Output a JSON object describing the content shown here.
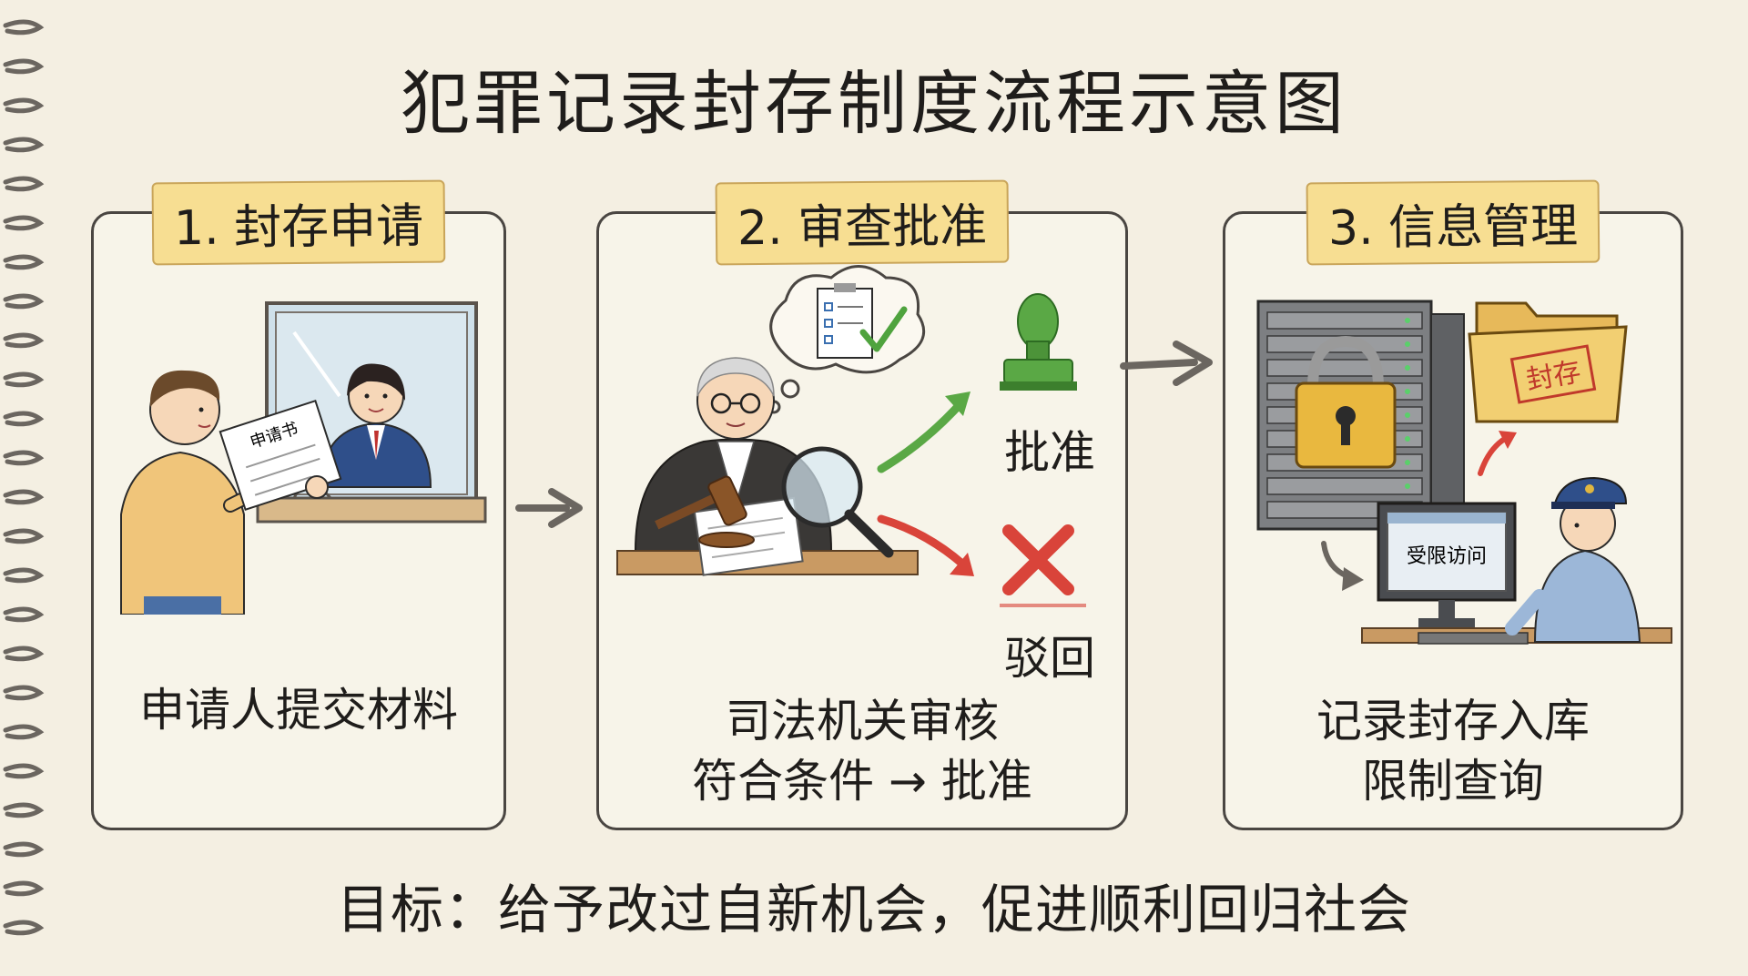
{
  "title": "犯罪记录封存制度流程示意图",
  "steps": [
    {
      "title": "1. 封存申请",
      "caption": "申请人提交材料",
      "document_label": "申请书"
    },
    {
      "title": "2. 审查批准",
      "caption_line1": "司法机关审核",
      "caption_line2": "符合条件 → 批准",
      "approve_label": "批准",
      "reject_label": "驳回"
    },
    {
      "title": "3. 信息管理",
      "caption_line1": "记录封存入库",
      "caption_line2": "限制查询",
      "folder_stamp": "封存",
      "screen_label": "受限访问"
    }
  ],
  "goal": "目标：给予改过自新机会，促进顺利回归社会",
  "colors": {
    "background": "#f4efe2",
    "step_title_bg": "#f7de92",
    "approve_green": "#5aa845",
    "reject_red": "#d9443a",
    "folder_yellow": "#f2cf72"
  }
}
